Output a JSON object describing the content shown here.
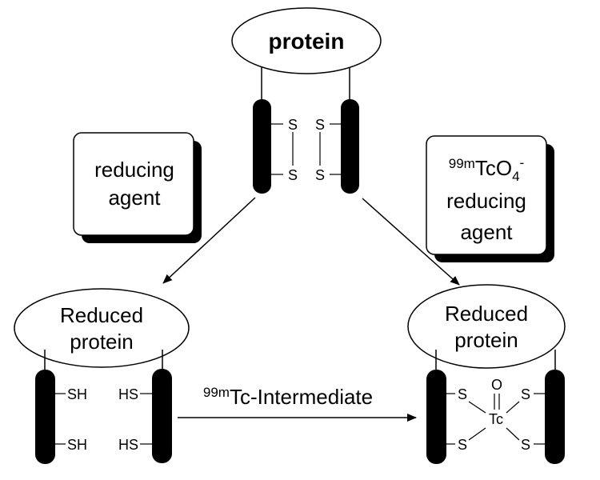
{
  "top_protein": {
    "label": "protein"
  },
  "left_box": {
    "line1": "reducing",
    "line2": "agent"
  },
  "right_box": {
    "isotope": "99m",
    "formula_main": "TcO",
    "formula_sub": "4",
    "formula_charge": "-",
    "line2": "reducing",
    "line3": "agent"
  },
  "left_reduced": {
    "line1": "Reduced",
    "line2": "protein"
  },
  "right_reduced": {
    "line1": "Reduced",
    "line2": "protein"
  },
  "middle_arrow": {
    "isotope": "99m",
    "label": "Tc-Intermediate"
  },
  "atoms": {
    "sulfur": "S",
    "thiol_left": "SH",
    "thiol_right": "HS",
    "technetium": "Tc",
    "oxygen": "O"
  }
}
